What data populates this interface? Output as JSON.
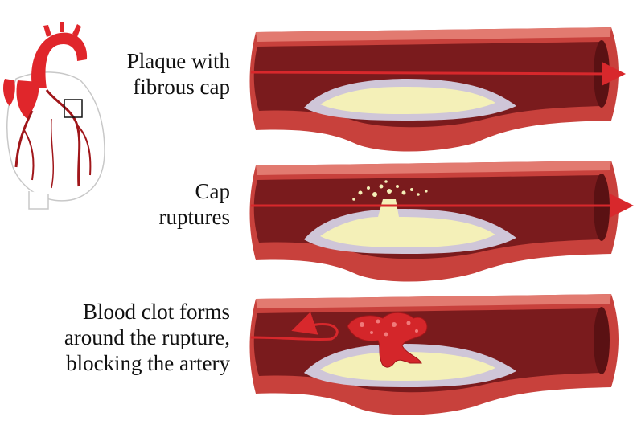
{
  "stages": [
    {
      "lines": [
        "Plaque with",
        "fibrous cap"
      ]
    },
    {
      "lines": [
        "Cap",
        "ruptures"
      ]
    },
    {
      "lines": [
        "Blood clot forms",
        "around the rupture,",
        "blocking the artery"
      ]
    }
  ],
  "colors": {
    "artery_wall": "#c8413c",
    "artery_wall_light": "#e27a70",
    "lumen": "#7a1b1d",
    "lumen_dark": "#5a1113",
    "plaque_core": "#f4f0b8",
    "plaque_cap": "#cfc6d8",
    "blood_flow_arrow": "#d8282c",
    "clot": "#d4262a",
    "heart_red": "#e0262b",
    "heart_outline": "#c8c8c8",
    "heart_vessels": "#a0161a"
  },
  "icons": [
    "heart-icon",
    "flow-arrow-icon"
  ]
}
